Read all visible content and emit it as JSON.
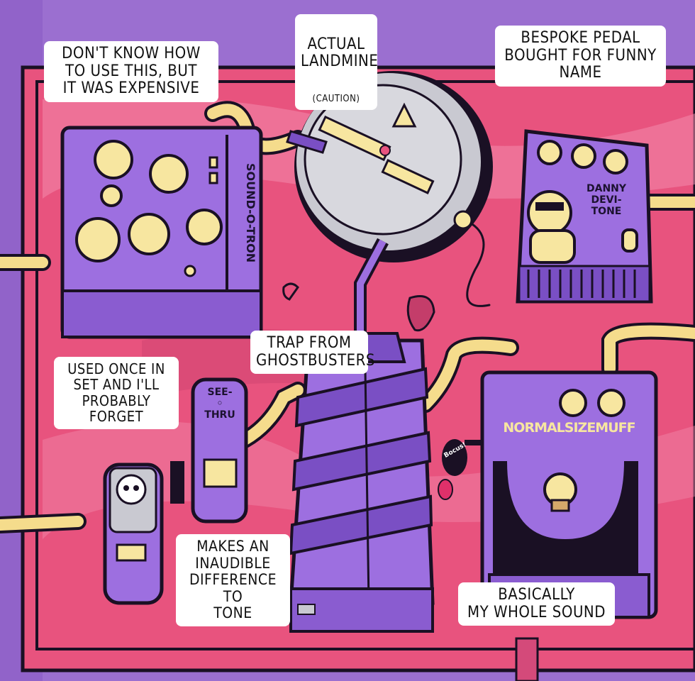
{
  "captions": {
    "sound_o_tron": "DON'T KNOW HOW\nTO USE THIS, BUT\nIT WAS EXPENSIVE",
    "landmine_title": "ACTUAL\nLANDMINE",
    "landmine_note": "(CAUTION)",
    "danny": "BESPOKE PEDAL\nBOUGHT FOR FUNNY\nNAME",
    "trap": "TRAP FROM\nGHOSTBUSTERS",
    "used_once": "USED ONCE IN\nSET AND I'LL\nPROBABLY FORGET",
    "inaudible": "MAKES AN\nINAUDIBLE\nDIFFERENCE TO\nTONE",
    "whole_sound": "BASICALLY\nMY WHOLE SOUND"
  },
  "pedal_labels": {
    "sound_o_tron": "SOUND-O-TRON",
    "danny": "DANNY\nDEVI-\nTONE",
    "see_thru": "SEE-\n◦\nTHRU",
    "normal_size_muff": "NORMALSIZEMUFF",
    "pick": "Bocus!"
  },
  "colors": {
    "board": "#e8537e",
    "board_light": "#f28aab",
    "background": "#9b6fd0",
    "pedal_purple": "#9d6fe0",
    "pedal_dark": "#7a4fc4",
    "knob_cream": "#f7e6a0",
    "outline": "#1a1024",
    "cable_cream": "#f5dc8c"
  }
}
